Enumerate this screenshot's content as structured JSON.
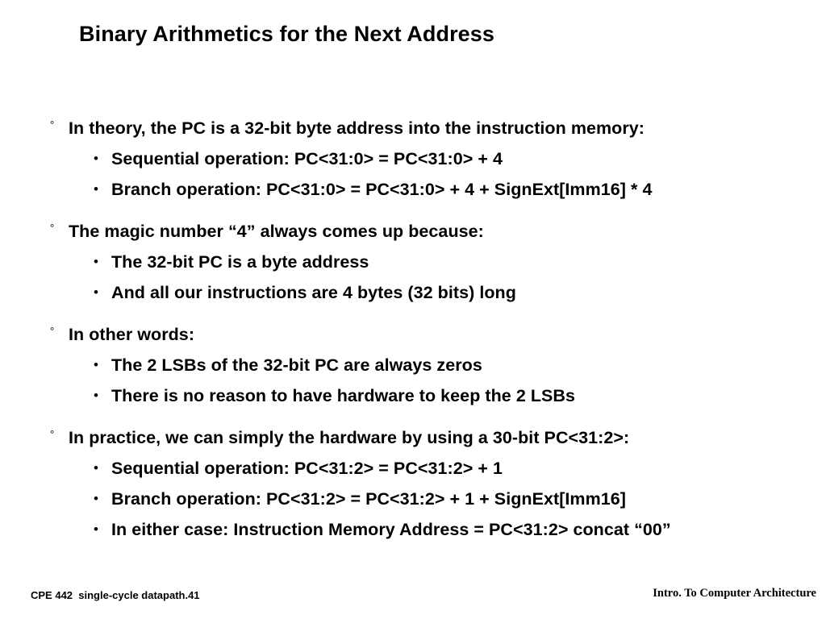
{
  "slide": {
    "title": "Binary Arithmetics for the Next Address",
    "background_color": "#ffffff",
    "text_color": "#000000",
    "markers": {
      "level1": "°",
      "level2": "•"
    },
    "groups": [
      {
        "heading": "In theory, the PC is a 32-bit byte address into the instruction memory:",
        "items": [
          "Sequential operation: PC<31:0> = PC<31:0> + 4",
          "Branch operation: PC<31:0> = PC<31:0> + 4 + SignExt[Imm16] * 4"
        ]
      },
      {
        "heading": "The magic number “4” always comes up because:",
        "items": [
          "The 32-bit PC is a byte address",
          "And all our instructions are 4 bytes (32 bits) long"
        ]
      },
      {
        "heading": "In other words:",
        "items": [
          "The 2 LSBs of the 32-bit PC are always zeros",
          "There is no reason to have hardware to keep the 2 LSBs"
        ]
      },
      {
        "heading": "In practice, we can simply the hardware by using a 30-bit PC<31:2>:",
        "items": [
          "Sequential operation: PC<31:2> = PC<31:2> + 1",
          "Branch operation: PC<31:2> = PC<31:2> + 1 + SignExt[Imm16]",
          "In either case: Instruction Memory Address = PC<31:2> concat “00”"
        ]
      }
    ]
  },
  "footer": {
    "left": "CPE 442  single-cycle datapath.41",
    "right": "Intro. To Computer Architecture"
  }
}
